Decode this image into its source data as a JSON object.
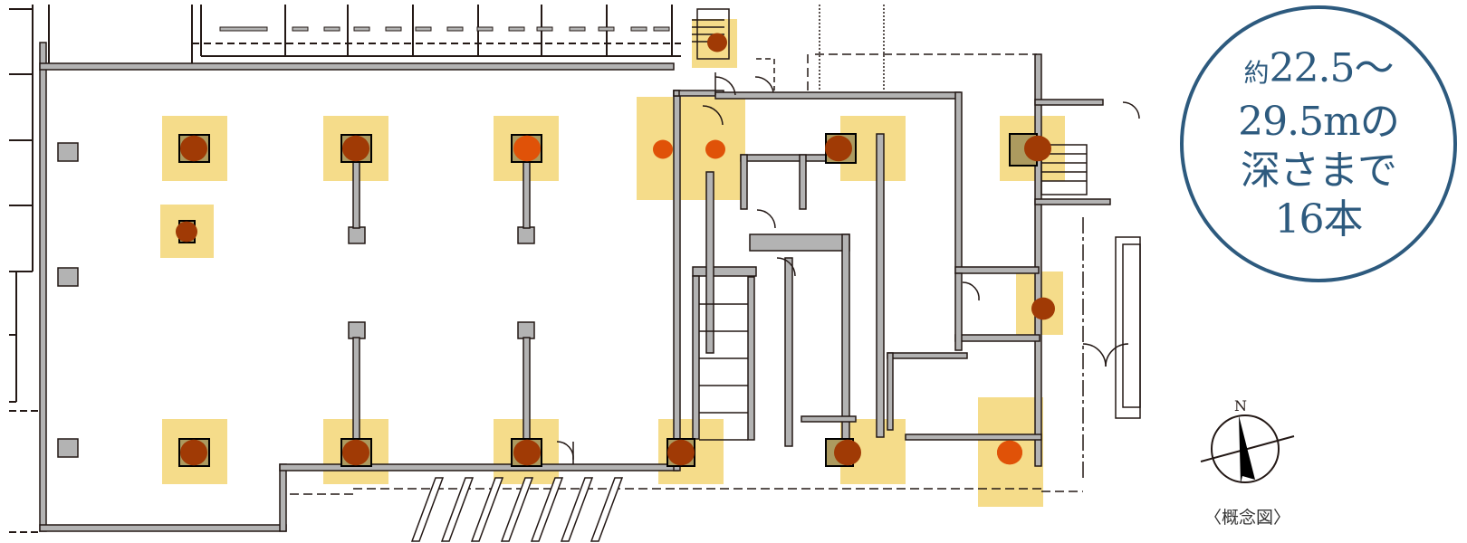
{
  "badge": {
    "prefix": "約",
    "depth_range": "22.5～",
    "depth_line2": "29.5mの",
    "line3": "深さまで",
    "count_line": "16本"
  },
  "compass": {
    "north_label": "N",
    "caption": "〈概念図〉"
  },
  "legend_colors": {
    "pile_zone": "#f5dc8a",
    "pile_dark": "#a03a05",
    "pile_bright": "#e05208",
    "wall_fill": "#b3b3b3",
    "wall_overlap": "#ac9a5f",
    "line": "#231815",
    "badge": "#2d5a7e"
  },
  "piles": [
    {
      "id": 1,
      "tone": "dark"
    },
    {
      "id": 2,
      "tone": "dark"
    },
    {
      "id": 3,
      "tone": "dark"
    },
    {
      "id": 4,
      "tone": "bright"
    },
    {
      "id": 5,
      "tone": "bright"
    },
    {
      "id": 6,
      "tone": "dark"
    },
    {
      "id": 7,
      "tone": "dark"
    },
    {
      "id": 8,
      "tone": "bright"
    },
    {
      "id": 9,
      "tone": "dark"
    },
    {
      "id": 10,
      "tone": "dark"
    },
    {
      "id": 11,
      "tone": "dark"
    },
    {
      "id": 12,
      "tone": "dark"
    },
    {
      "id": 13,
      "tone": "dark"
    },
    {
      "id": 14,
      "tone": "dark"
    },
    {
      "id": 15,
      "tone": "dark"
    },
    {
      "id": 16,
      "tone": "bright"
    },
    {
      "id": 17,
      "tone": "bright"
    }
  ]
}
